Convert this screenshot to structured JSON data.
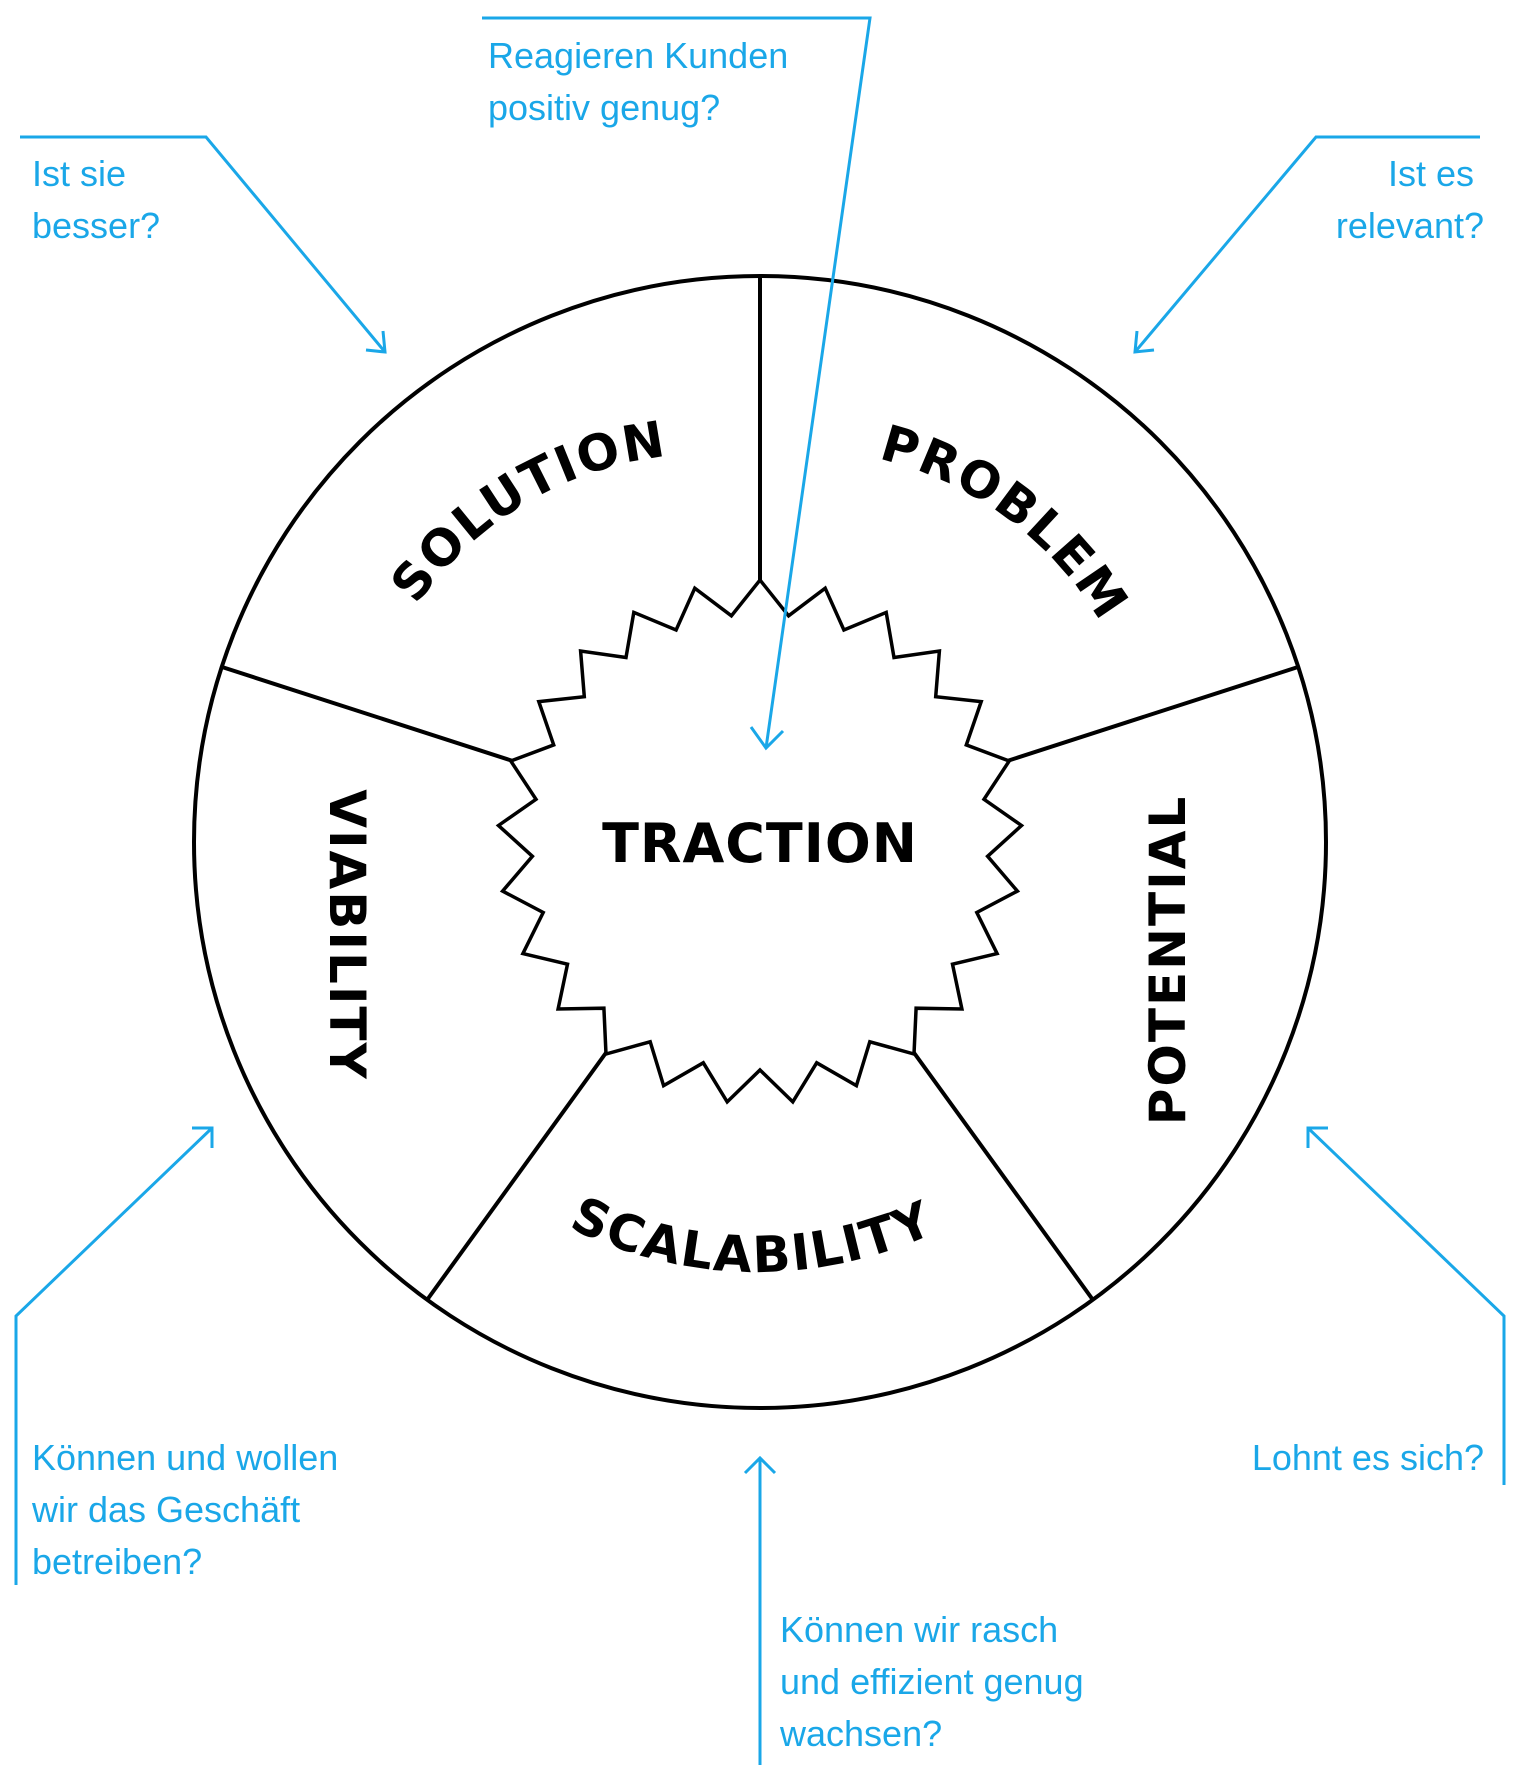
{
  "diagram": {
    "center_label": "TRACTION",
    "segments": [
      {
        "id": "solution",
        "label": "SOLUTION"
      },
      {
        "id": "problem",
        "label": "PROBLEM"
      },
      {
        "id": "potential",
        "label": "POTENTIAL"
      },
      {
        "id": "scalability",
        "label": "SCALABILITY"
      },
      {
        "id": "viability",
        "label": "VIABILITY"
      }
    ],
    "questions": {
      "traction": [
        "Reagieren Kunden",
        "positiv genug?"
      ],
      "solution": [
        "Ist sie",
        "besser?"
      ],
      "problem": [
        "Ist es",
        "relevant?"
      ],
      "viability": [
        "Können und wollen",
        "wir das Geschäft",
        "betreiben?"
      ],
      "scalability": [
        "Können wir rasch",
        "und effizient genug",
        "wachsen?"
      ],
      "potential": [
        "Lohnt es sich?"
      ]
    },
    "colors": {
      "line": "#000000",
      "accent": "#1aa7e8"
    }
  }
}
